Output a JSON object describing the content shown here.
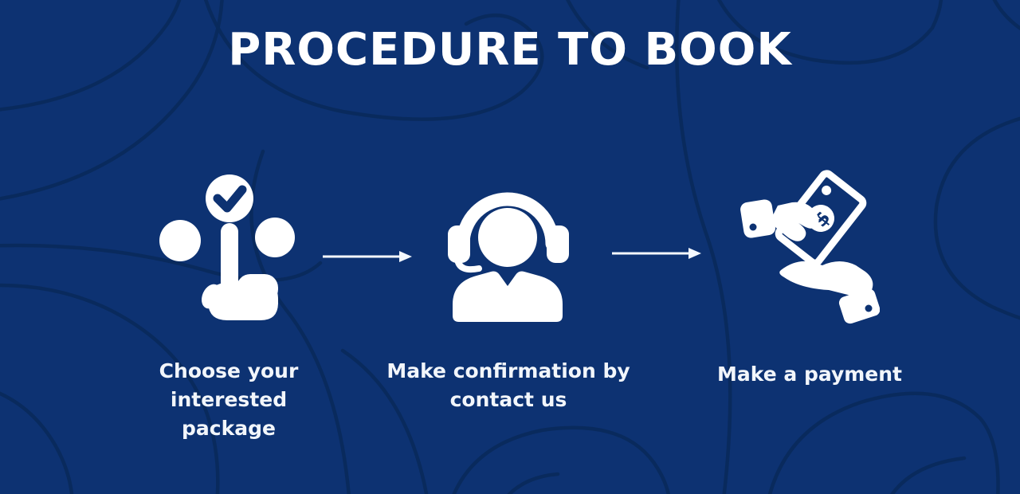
{
  "title": "PROCEDURE TO BOOK",
  "steps": [
    {
      "id": "choose-package",
      "label": "Choose your interested package",
      "icon": "pointer-select-icon"
    },
    {
      "id": "confirm-contact",
      "label": "Make confirmation by contact us",
      "icon": "support-headset-icon"
    },
    {
      "id": "payment",
      "label": "Make a payment",
      "icon": "hand-money-icon",
      "icon_text": "$"
    }
  ],
  "arrows": [
    {
      "from": "choose-package",
      "to": "confirm-contact",
      "direction": "right"
    },
    {
      "from": "confirm-contact",
      "to": "payment",
      "direction": "right"
    }
  ],
  "colors": {
    "background": "#0d3272",
    "contour_line": "#0a2a5c",
    "foreground": "#ffffff"
  }
}
